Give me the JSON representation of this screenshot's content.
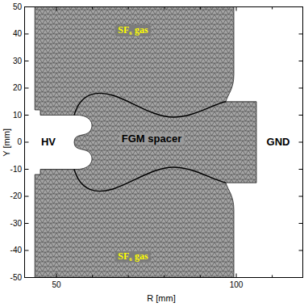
{
  "diagram": {
    "labels": [
      "SF₆ gas",
      "HV",
      "FGM spacer",
      "GND",
      "SF₆ gas",
      "50",
      "40",
      "30",
      "20",
      "10",
      "0",
      "-10",
      "-20",
      "-30",
      "-40",
      "-50",
      "Y [mm]",
      "50",
      "100",
      "R [mm]"
    ]
  }
}
